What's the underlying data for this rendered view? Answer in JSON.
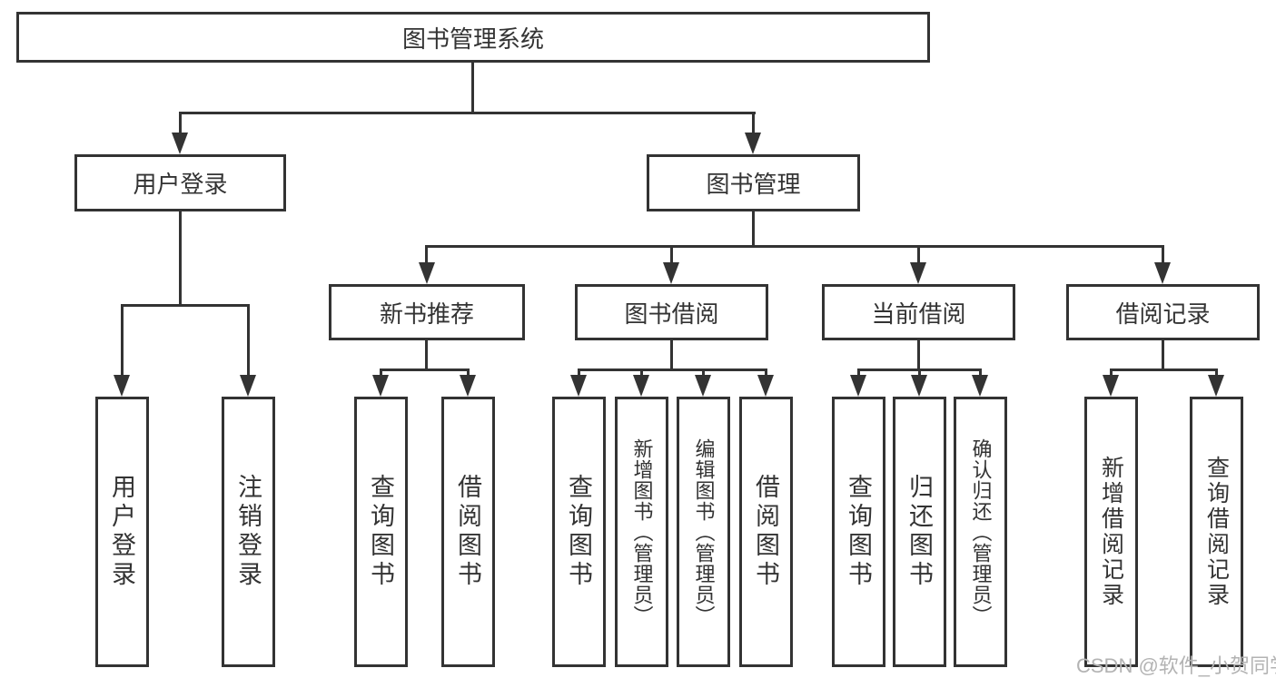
{
  "diagram": {
    "title": "图书管理系统",
    "level2": {
      "user_login": "用户登录",
      "book_management": "图书管理"
    },
    "categories": {
      "new_book_recommend": "新书推荐",
      "book_borrow": "图书借阅",
      "current_borrow": "当前借阅",
      "borrow_record": "借阅记录"
    },
    "leaves": {
      "user_login": [
        "用户登录",
        "注销登录"
      ],
      "new_book_recommend": [
        "查询图书",
        "借阅图书"
      ],
      "book_borrow": [
        "查询图书",
        "新增图书（管理员）",
        "编辑图书（管理员）",
        "借阅图书"
      ],
      "current_borrow": [
        "查询图书",
        "归还图书",
        "确认归还（管理员）"
      ],
      "borrow_record": [
        "新增借阅记录",
        "查询借阅记录"
      ]
    }
  },
  "watermark": "CSDN @软件_小贺同学",
  "colors": {
    "line": "#333333",
    "border": "#333333",
    "text": "#333333",
    "background": "#ffffff",
    "watermark": "#b3b3b3"
  }
}
